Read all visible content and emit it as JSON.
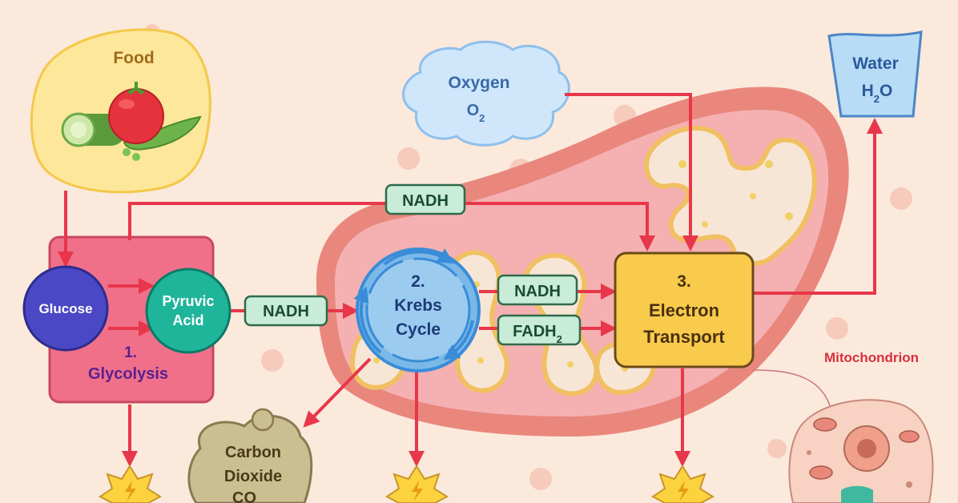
{
  "labels": {
    "food": "Food",
    "oxygen": "Oxygen",
    "oxygen_formula_base": "O",
    "oxygen_formula_sub": "2",
    "water": "Water",
    "water_formula_h": "H",
    "water_formula_sub": "2",
    "water_formula_o": "O",
    "glucose": "Glucose",
    "pyruvic_line1": "Pyruvic",
    "pyruvic_line2": "Acid",
    "glycolysis_num": "1.",
    "glycolysis": "Glycolysis",
    "krebs_num": "2.",
    "krebs_line1": "Krebs",
    "krebs_line2": "Cycle",
    "etc_num": "3.",
    "etc_line1": "Electron",
    "etc_line2": "Transport",
    "nadh_top": "NADH",
    "nadh_mid": "NADH",
    "nadh_right": "NADH",
    "fadh_base": "FADH",
    "fadh_sub": "2",
    "mitochondrion": "Mitochondrion",
    "co2_line1": "Carbon",
    "co2_line2": "Dioxide",
    "co2_line3": "CO"
  },
  "colors": {
    "background": "#fbe9dc",
    "arrow": "#e8364a",
    "mito_outer": "#e9877d",
    "mito_inner": "#f5b0b2",
    "cristae": "#f0c062",
    "matrix_fill": "#f7e6d6",
    "glucose": "#4a48c4",
    "pyruvic": "#1fb59a",
    "glycolysis_box": "#f0708a",
    "krebs": "#7ab8e8",
    "etc_box": "#f9cb4c",
    "nadh_tag": "#c8ecd7",
    "oxygen_cloud": "#cfe6fb",
    "water_cup": "#b8dcf6",
    "food_blob": "#fde79a",
    "co2_blob": "#cbbf92",
    "energy": "#fcd23f"
  },
  "icons": [
    "tomato-icon",
    "cucumber-icon",
    "pea-pod-icon",
    "lightning-icon",
    "cell-icon"
  ]
}
